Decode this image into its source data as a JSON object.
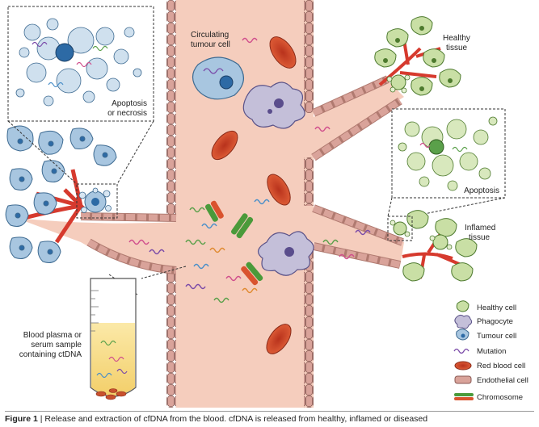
{
  "labels": {
    "apoptosis_or_necrosis_1": "Apoptosis",
    "apoptosis_or_necrosis_2": "or necrosis",
    "circulating_1": "Circulating",
    "circulating_2": "tumour cell",
    "healthy_1": "Healthy",
    "healthy_2": "tissue",
    "apoptosis": "Apoptosis",
    "inflamed_1": "Inflamed",
    "inflamed_2": "tissue",
    "sample_1": "Blood plasma or",
    "sample_2": "serum sample",
    "sample_3": "containing ctDNA"
  },
  "legend": {
    "healthy_cell": "Healthy cell",
    "phagocyte": "Phagocyte",
    "tumour_cell": "Tumour cell",
    "mutation": "Mutation",
    "red_blood_cell": "Red blood cell",
    "endothelial_cell": "Endothelial cell",
    "chromosome": "Chromosome"
  },
  "caption": {
    "figure": "Figure 1",
    "text": " | Release and extraction of cfDNA from the blood. cfDNA is released from healthy, inflamed or diseased"
  },
  "colors": {
    "vessel": "#f5cdbd",
    "endothelium": "#d9a39a",
    "red_blood_cell": "#d9532e",
    "tumour_cell": "#a8c6e0",
    "healthy_cell": "#c9dfa5",
    "phagocyte": "#c4bfd9",
    "capillary": "#d63a2e"
  }
}
